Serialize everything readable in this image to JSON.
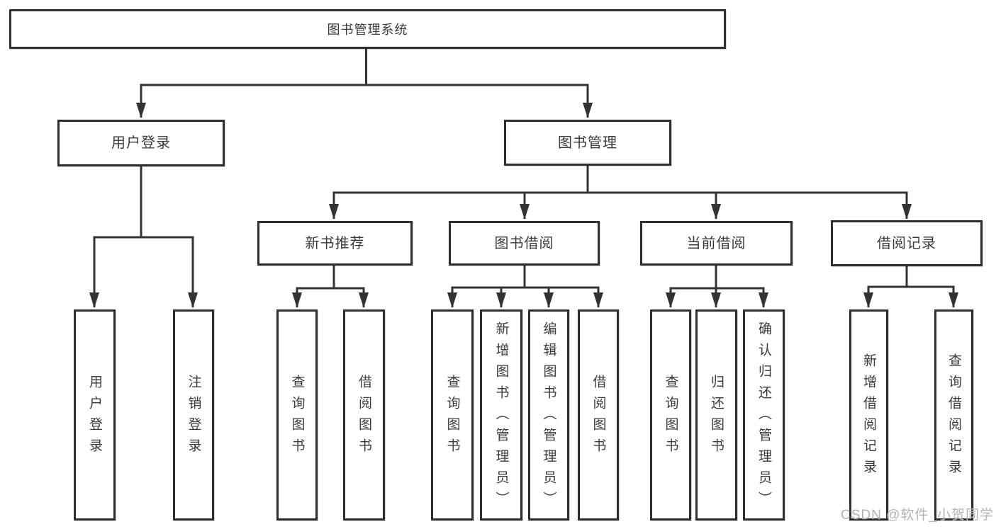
{
  "tree": {
    "root": "图书管理系统",
    "children": [
      {
        "label": "用户登录",
        "children": [
          {
            "label": "用户登录"
          },
          {
            "label": "注销登录"
          }
        ]
      },
      {
        "label": "图书管理",
        "children": [
          {
            "label": "新书推荐",
            "children": [
              {
                "label": "查询图书"
              },
              {
                "label": "借阅图书"
              }
            ]
          },
          {
            "label": "图书借阅",
            "children": [
              {
                "label": "查询图书"
              },
              {
                "label": "新增图书（管理员）"
              },
              {
                "label": "编辑图书（管理员）"
              },
              {
                "label": "借阅图书"
              }
            ]
          },
          {
            "label": "当前借阅",
            "children": [
              {
                "label": "查询图书"
              },
              {
                "label": "归还图书"
              },
              {
                "label": "确认归还（管理员）"
              }
            ]
          },
          {
            "label": "借阅记录",
            "children": [
              {
                "label": "新增借阅记录"
              },
              {
                "label": "查询借阅记录"
              }
            ]
          }
        ]
      }
    ]
  },
  "watermark": {
    "text": "CSDN @软件_小贺同学"
  },
  "colors": {
    "line": "#333333",
    "box_border": "#2f2f2f",
    "text": "#3a3a3a",
    "watermark": "#b3b3b3",
    "background": "#ffffff"
  }
}
